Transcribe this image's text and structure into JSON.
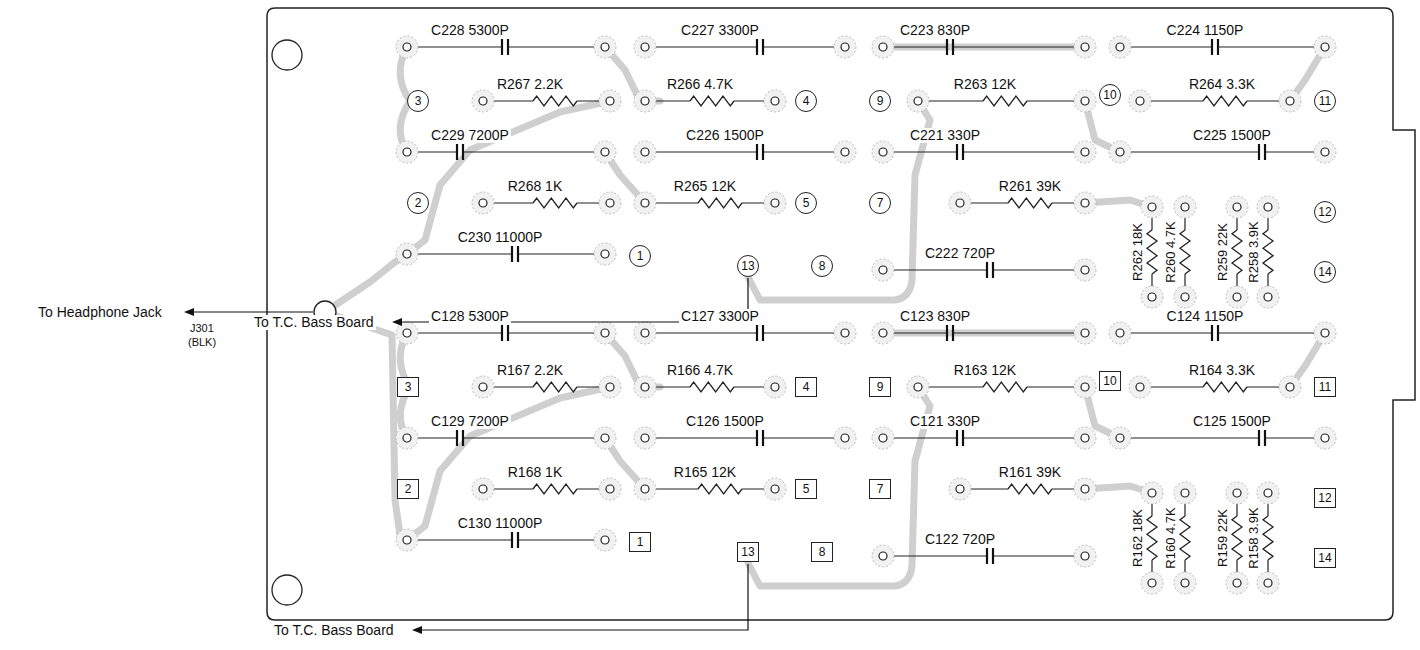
{
  "diagram": {
    "nodes": [
      {
        "text": [
          "3"
        ]
      },
      {
        "text": [
          "4"
        ]
      },
      {
        "text": [
          "9"
        ]
      },
      {
        "text": [
          "10"
        ]
      },
      {
        "text": [
          "11"
        ]
      },
      {
        "text": [
          "2"
        ]
      },
      {
        "text": [
          "5"
        ]
      },
      {
        "text": [
          "7"
        ]
      },
      {
        "text": [
          "12"
        ]
      },
      {
        "text": [
          "14"
        ]
      },
      {
        "text": [
          "1"
        ]
      },
      {
        "text": [
          "13"
        ]
      },
      {
        "text": [
          "8"
        ]
      },
      {
        "text": [
          "3"
        ]
      },
      {
        "text": [
          "4"
        ]
      },
      {
        "text": [
          "9"
        ]
      },
      {
        "text": [
          "10"
        ]
      },
      {
        "text": [
          "11"
        ]
      },
      {
        "text": [
          "2"
        ]
      },
      {
        "text": [
          "5"
        ]
      },
      {
        "text": [
          "7"
        ]
      },
      {
        "text": [
          "12"
        ]
      },
      {
        "text": [
          "14"
        ]
      },
      {
        "text": [
          "1"
        ]
      },
      {
        "text": [
          "13"
        ]
      },
      {
        "text": [
          "8"
        ]
      }
    ],
    "labels": [
      "C228 5300P",
      "C227 3300P",
      "C223 830P",
      "C224 1150P",
      "R267 2.2K",
      "R266 4.7K",
      "R263 12K",
      "R264 3.3K",
      "C229 7200P",
      "C226 1500P",
      "C221 330P",
      "C225 1500P",
      "R268 1K",
      "R265 12K",
      "R261 39K",
      "R262 18K",
      "R260 4.7K",
      "R259 22K",
      "R258 3.9K",
      "C230 11000P",
      "C222 720P",
      "To Headphone Jack",
      "J301",
      "(BLK)",
      "To T.C. Bass Board",
      "C128 5300P",
      "C127 3300P",
      "C123 830P",
      "C124 1150P",
      "R167 2.2K",
      "R166 4.7K",
      "R163 12K",
      "R164 3.3K",
      "C129 7200P",
      "C126 1500P",
      "C121 330P",
      "C125 1500P",
      "R168 1K",
      "R165 12K",
      "R161 39K",
      "R162 18K",
      "R160 4.7K",
      "R159 22K",
      "R158 3.9K",
      "C130 11000P",
      "C122 720P",
      "To T.C. Bass Board"
    ]
  }
}
